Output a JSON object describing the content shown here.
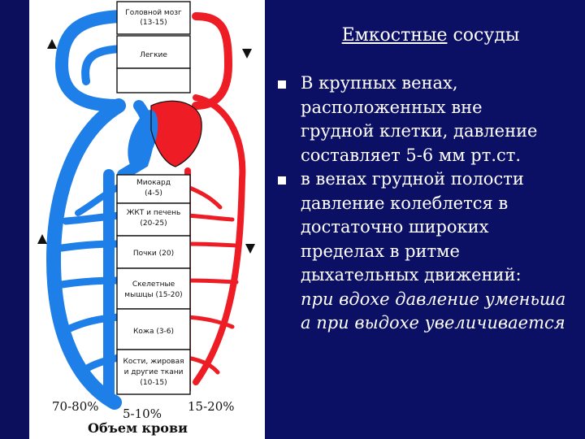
{
  "slide": {
    "title_underlined": "Емкостные",
    "title_rest": " сосуды",
    "bullets": [
      {
        "lines": [
          {
            "text": "В крупных венах,",
            "italic": false
          },
          {
            "text": "расположенных вне",
            "italic": false
          },
          {
            "text": "грудной клетки, давление",
            "italic": false
          },
          {
            "text": "составляет 5-6 мм рт.ст.",
            "italic": false
          }
        ]
      },
      {
        "lines": [
          {
            "text": "в венах грудной полости",
            "italic": false
          },
          {
            "text": "давление колеблется в",
            "italic": false
          },
          {
            "text": "достаточно широких",
            "italic": false
          },
          {
            "text": "пределах в ритме",
            "italic": false
          },
          {
            "text": "дыхательных движений:",
            "italic": false
          },
          {
            "text": "при вдохе давление уменьша",
            "italic": true
          },
          {
            "text": "а при выдохе увеличивается",
            "italic": true
          }
        ]
      }
    ]
  },
  "diagram": {
    "organs": [
      {
        "name": "Головной мозг",
        "value": "(13-15)"
      },
      {
        "name": "Легкие",
        "value": ""
      },
      {
        "name": "Миокард",
        "value": "(4-5)"
      },
      {
        "name": "ЖКТ и печень",
        "value": "(20-25)"
      },
      {
        "name": "Почки (20)",
        "value": ""
      },
      {
        "name": "Скелетные",
        "value": "мышцы (15-20)"
      },
      {
        "name": "Кожа (3-6)",
        "value": ""
      },
      {
        "name": "Кости, жировая",
        "value": "и другие ткани",
        "extra": "(10-15)"
      }
    ],
    "percent_left": "70-80%",
    "percent_center": "5-10%",
    "percent_right": "15-20%",
    "caption": "Объем крови",
    "colors": {
      "vein": "#1e7fe8",
      "artery": "#ee1c24",
      "box": "#111111"
    }
  }
}
